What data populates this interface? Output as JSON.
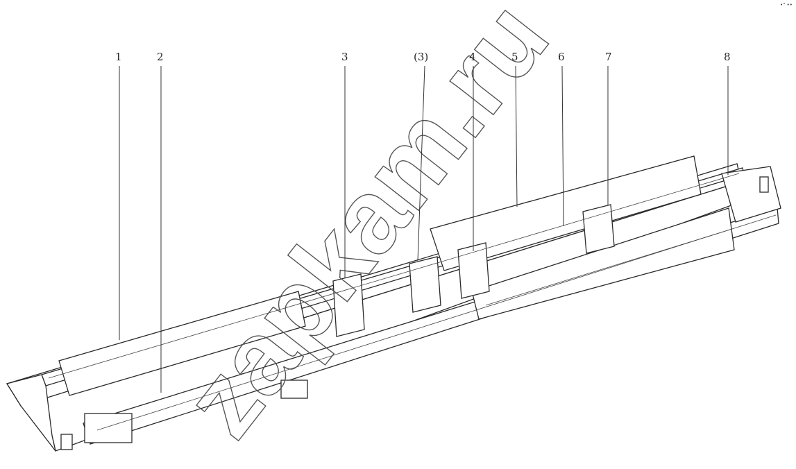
{
  "callouts": [
    {
      "id": "1",
      "label": "1"
    },
    {
      "id": "2",
      "label": "2"
    },
    {
      "id": "3",
      "label": "3"
    },
    {
      "id": "3b",
      "label": "(3)"
    },
    {
      "id": "4",
      "label": "4"
    },
    {
      "id": "5",
      "label": "5"
    },
    {
      "id": "6",
      "label": "6"
    },
    {
      "id": "7",
      "label": "7"
    },
    {
      "id": "8",
      "label": "8"
    }
  ],
  "watermark": "zapkam.ru",
  "corner_mark": "•\"  ••"
}
